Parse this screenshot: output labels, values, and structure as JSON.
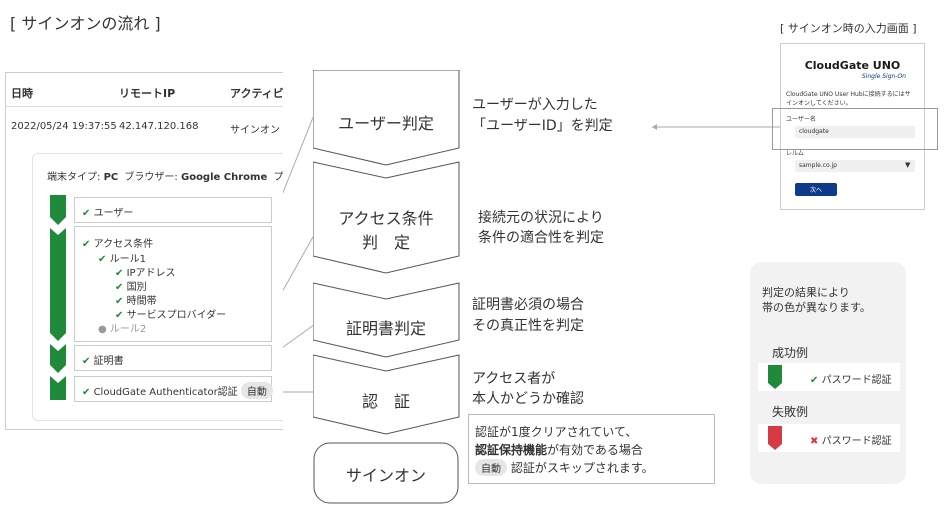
{
  "header_title": "[ サインオンの流れ ]",
  "login_caption": "[ サインオン時の入力画面 ]",
  "log_table": {
    "col_date": "日時",
    "col_ip": "リモートIP",
    "col_activity": "アクティビテ",
    "row_date": "2022/05/24 19:37:55",
    "row_ip": "42.147.120.168",
    "row_activity": "サインオン"
  },
  "detail": {
    "device_label": "端末タイプ:",
    "device_value": "PC",
    "browser_label": "ブラウザー:",
    "browser_value": "Google Chrome",
    "platform_cut": "プラット",
    "user": "ユーザー",
    "access": "アクセス条件",
    "rule1": "ルール1",
    "ip": "IPアドレス",
    "country": "国別",
    "time": "時間帯",
    "provider": "サービスプロバイダー",
    "rule2": "ルール2",
    "cert": "証明書",
    "auth": "CloudGate Authenticator認証",
    "auto": "自動"
  },
  "steps": [
    {
      "label": "ユーザー判定",
      "desc1": "ユーザーが入力した",
      "desc2": "「ユーザーID」を判定"
    },
    {
      "label": "アクセス条件",
      "label2": "判　定",
      "desc1": "接続元の状況により",
      "desc2": "条件の適合性を判定"
    },
    {
      "label": "証明書判定",
      "desc1": "証明書必須の場合",
      "desc2": "その真正性を判定"
    },
    {
      "label": "認　証",
      "desc1": "アクセス者が",
      "desc2": "本人かどうか確認"
    }
  ],
  "final_step": "サインオン",
  "note": {
    "line1": "認証が1度クリアされていて、",
    "line2_bold": "認証保持機能",
    "line2_rest": "が有効である場合",
    "auto": "自動",
    "line3": "認証がスキップされます。"
  },
  "login": {
    "brand": "CloudGate UNO",
    "brand_sub": "Single Sign-On",
    "intro1": "CloudGate UNO User Hubに接続するにはサ",
    "intro2": "インオンしてください。",
    "user_label": "ユーザー名",
    "user_value": "cloudgate",
    "realm_label": "レルム",
    "realm_value": "sample.co.jp",
    "next_button": "次へ"
  },
  "legend": {
    "line1": "判定の結果により",
    "line2": "帯の色が異なります。",
    "success_title": "成功例",
    "success_item": "パスワード認証",
    "fail_title": "失敗例",
    "fail_item": "パスワード認証"
  },
  "colors": {
    "success": "#1e8a3a",
    "fail": "#d83a45",
    "button": "#0e3a8c"
  }
}
